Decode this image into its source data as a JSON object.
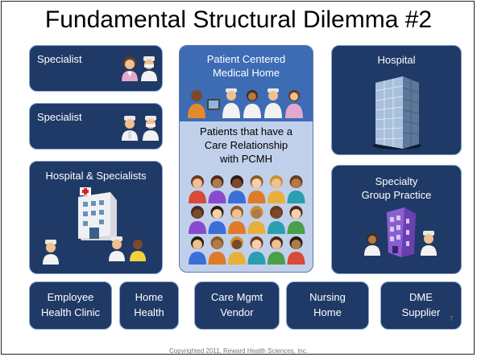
{
  "title": "Fundamental Structural Dilemma #2",
  "boxes": {
    "specialist1": "Specialist",
    "specialist2": "Specialist",
    "hospital_specialists": "Hospital & Specialists",
    "pcmh_line1": "Patient Centered",
    "pcmh_line2": "Medical Home",
    "patients_line1": "Patients that have a",
    "patients_line2": "Care Relationship",
    "patients_line3": "with PCMH",
    "hospital": "Hospital",
    "specialty_line1": "Specialty",
    "specialty_line2": "Group Practice"
  },
  "bottom": {
    "employee_line1": "Employee",
    "employee_line2": "Health Clinic",
    "home_line1": "Home",
    "home_line2": "Health",
    "care_line1": "Care Mgmt",
    "care_line2": "Vendor",
    "nursing_line1": "Nursing",
    "nursing_line2": "Home",
    "dme_line1": "DME",
    "dme_line2": "Supplier"
  },
  "page_number": "7",
  "copyright": "Copyrighted 2011, Reward Health Sciences, Inc."
}
